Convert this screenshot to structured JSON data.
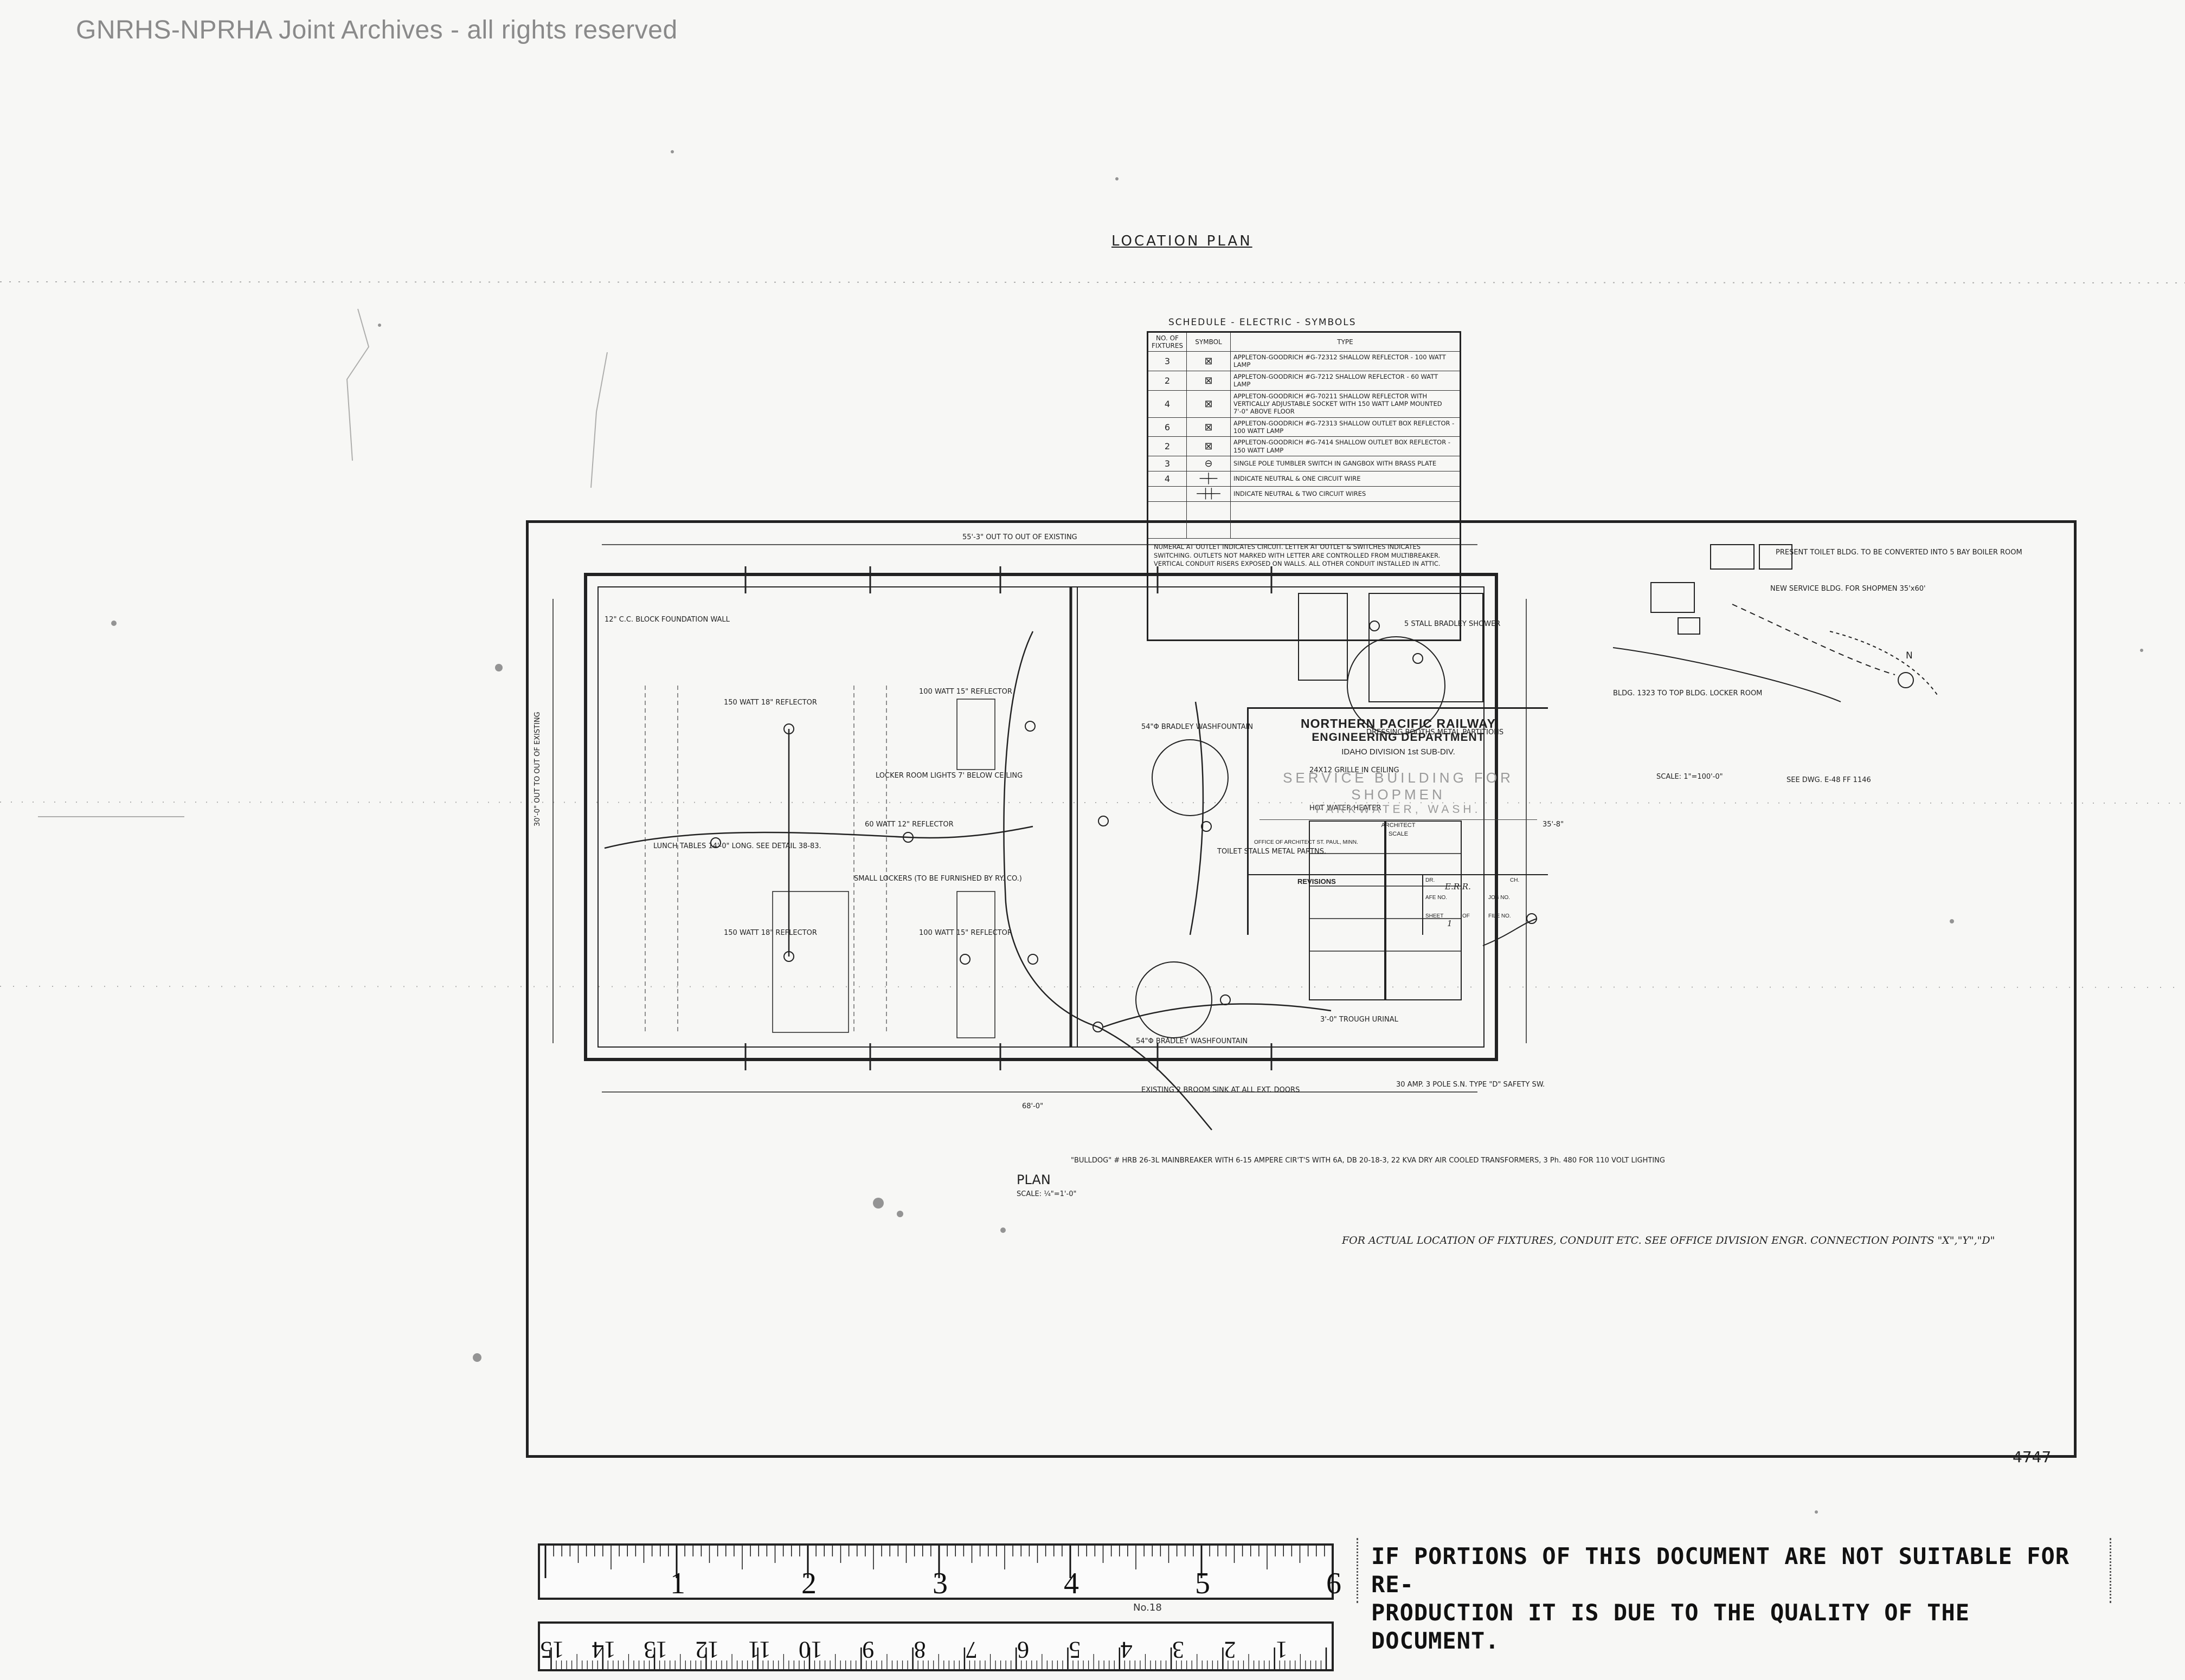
{
  "watermark": "GNRHS-NPRHA Joint Archives - all rights reserved",
  "plan": {
    "title": "PLAN",
    "scale": "SCALE: ¼\"=1'-0\"",
    "labels": {
      "top_dim": "55'-3\" OUT TO OUT OF EXISTING",
      "foundation_wall": "12\" C.C. BLOCK FOUNDATION WALL",
      "lunch_tables": "LUNCH TABLES 14'-0\" LONG. SEE DETAIL 38-83.",
      "lamp_150_a": "150 WATT 18\" REFLECTOR",
      "lamp_150_b": "150 WATT 18\" REFLECTOR",
      "lamp_100_a": "100 WATT 15\" REFLECTOR",
      "lamp_100_b": "100 WATT 15\" REFLECTOR",
      "lamp_60": "60 WATT 12\" REFLECTOR",
      "lockers": "SMALL LOCKERS (TO BE FURNISHED BY RY. CO.)",
      "locker_lights": "LOCKER ROOM LIGHTS 7' BELOW CEILING",
      "toilet_stalls": "TOILET STALLS METAL PARTNS.",
      "washfountain_a": "54\"Φ BRADLEY WASHFOUNTAIN",
      "washfountain_b": "54\"Φ BRADLEY WASHFOUNTAIN",
      "shower": "5 STALL BRADLEY SHOWER",
      "dressing_booths": "DRESSING BOOTHS METAL PARTITIONS",
      "hot_water": "HOT WATER HEATER",
      "grille": "24X12 GRILLE IN CEILING",
      "urinal": "3'-0\" TROUGH URINAL",
      "safety_sw": "30 AMP. 3 POLE S.N. TYPE \"D\" SAFETY SW.",
      "service": "\"BULLDOG\" # HRB 26-3L MAINBREAKER WITH 6-15 AMPERE CIR'T'S WITH 6A, DB 20-18-3, 22 KVA DRY AIR COOLED TRANSFORMERS, 3 Ph. 480 FOR 110 VOLT LIGHTING",
      "alignment": "EXISTING 2 BROOM SINK AT ALL EXT. DOORS",
      "for_actual": "FOR ACTUAL LOCATION OF FIXTURES, CONDUIT ETC. SEE OFFICE DIVISION ENGR. CONNECTION POINTS \"X\",\"Y\",\"D\"",
      "left_dim": "30'-0\" OUT TO OUT OF EXISTING",
      "right_dim": "35'-8\"",
      "bottom_dim": "68'-0\""
    }
  },
  "location_plan": {
    "title": "LOCATION PLAN",
    "scale": "SCALE: 1\"=100'-0\"",
    "note": "SEE DWG. E-48 FF 1146",
    "labels": {
      "present": "PRESENT TOILET BLDG. TO BE CONVERTED INTO 5 BAY BOILER ROOM",
      "new_service": "NEW SERVICE BLDG. FOR SHOPMEN 35'x60'",
      "locker": "BLDG. 1323 TO TOP BLDG. LOCKER ROOM",
      "north": "N"
    }
  },
  "schedule": {
    "title": "SCHEDULE - ELECTRIC - SYMBOLS",
    "headers": [
      "NO. OF FIXTURES",
      "SYMBOL",
      "TYPE"
    ],
    "rows": [
      {
        "qty": "3",
        "symbol": "⊠",
        "type": "APPLETON-GOODRICH #G-72312 SHALLOW REFLECTOR - 100 WATT LAMP"
      },
      {
        "qty": "2",
        "symbol": "⊠",
        "type": "APPLETON-GOODRICH #G-7212 SHALLOW REFLECTOR - 60 WATT LAMP"
      },
      {
        "qty": "4",
        "symbol": "⊠",
        "type": "APPLETON-GOODRICH #G-70211 SHALLOW REFLECTOR WITH VERTICALLY ADJUSTABLE SOCKET WITH 150 WATT LAMP MOUNTED 7'-0\" ABOVE FLOOR"
      },
      {
        "qty": "6",
        "symbol": "⊠",
        "type": "APPLETON-GOODRICH #G-72313 SHALLOW OUTLET BOX REFLECTOR - 100 WATT LAMP"
      },
      {
        "qty": "2",
        "symbol": "⊠",
        "type": "APPLETON-GOODRICH #G-7414 SHALLOW OUTLET BOX REFLECTOR - 150 WATT LAMP"
      },
      {
        "qty": "3",
        "symbol": "⊖",
        "type": "SINGLE POLE TUMBLER SWITCH IN GANGBOX WITH BRASS PLATE"
      },
      {
        "qty": "4",
        "symbol": "─┼─",
        "type": "INDICATE NEUTRAL & ONE CIRCUIT WIRE"
      },
      {
        "qty": "",
        "symbol": "─┼┼─",
        "type": "INDICATE NEUTRAL & TWO CIRCUIT WIRES"
      }
    ],
    "note": "NUMERAL AT OUTLET INDICATES CIRCUIT. LETTER AT OUTLET & SWITCHES INDICATES SWITCHING. OUTLETS NOT MARKED WITH LETTER ARE CONTROLLED FROM MULTIBREAKER. VERTICAL CONDUIT RISERS EXPOSED ON WALLS. ALL OTHER CONDUIT INSTALLED IN ATTIC."
  },
  "title_block": {
    "company": "NORTHERN PACIFIC RAILWAY",
    "department": "ENGINEERING DEPARTMENT",
    "division_line": "IDAHO   DIVISION   1st   SUB-DIV.",
    "drawing_title": "SERVICE BUILDING FOR SHOPMEN",
    "location": "PARKWATER, WASH.",
    "architect": "ARCHITECT",
    "scale": "SCALE",
    "office": "OFFICE OF ARCHITECT  ST. PAUL, MINN.",
    "revisions": "REVISIONS",
    "dr": "DR.",
    "dr_val": "E.R.R.",
    "ch": "CH.",
    "afe": "AFE NO.",
    "job": "JOB NO.",
    "sheet": "SHEET",
    "sheet_val": "1",
    "of": "OF",
    "file": "FILE NO.",
    "sheet_number": "4747"
  },
  "ruler": {
    "inches": [
      "1",
      "2",
      "3",
      "4",
      "5",
      "6"
    ],
    "cm": [
      "1",
      "2",
      "3",
      "4",
      "5",
      "6",
      "7",
      "8",
      "9",
      "10",
      "11",
      "12",
      "13",
      "14",
      "15"
    ],
    "brand": "No.18"
  },
  "notice": {
    "line1": "IF PORTIONS OF THIS DOCUMENT ARE NOT SUITABLE FOR RE-",
    "line2": "PRODUCTION IT IS DUE TO THE QUALITY OF THE DOCUMENT."
  }
}
